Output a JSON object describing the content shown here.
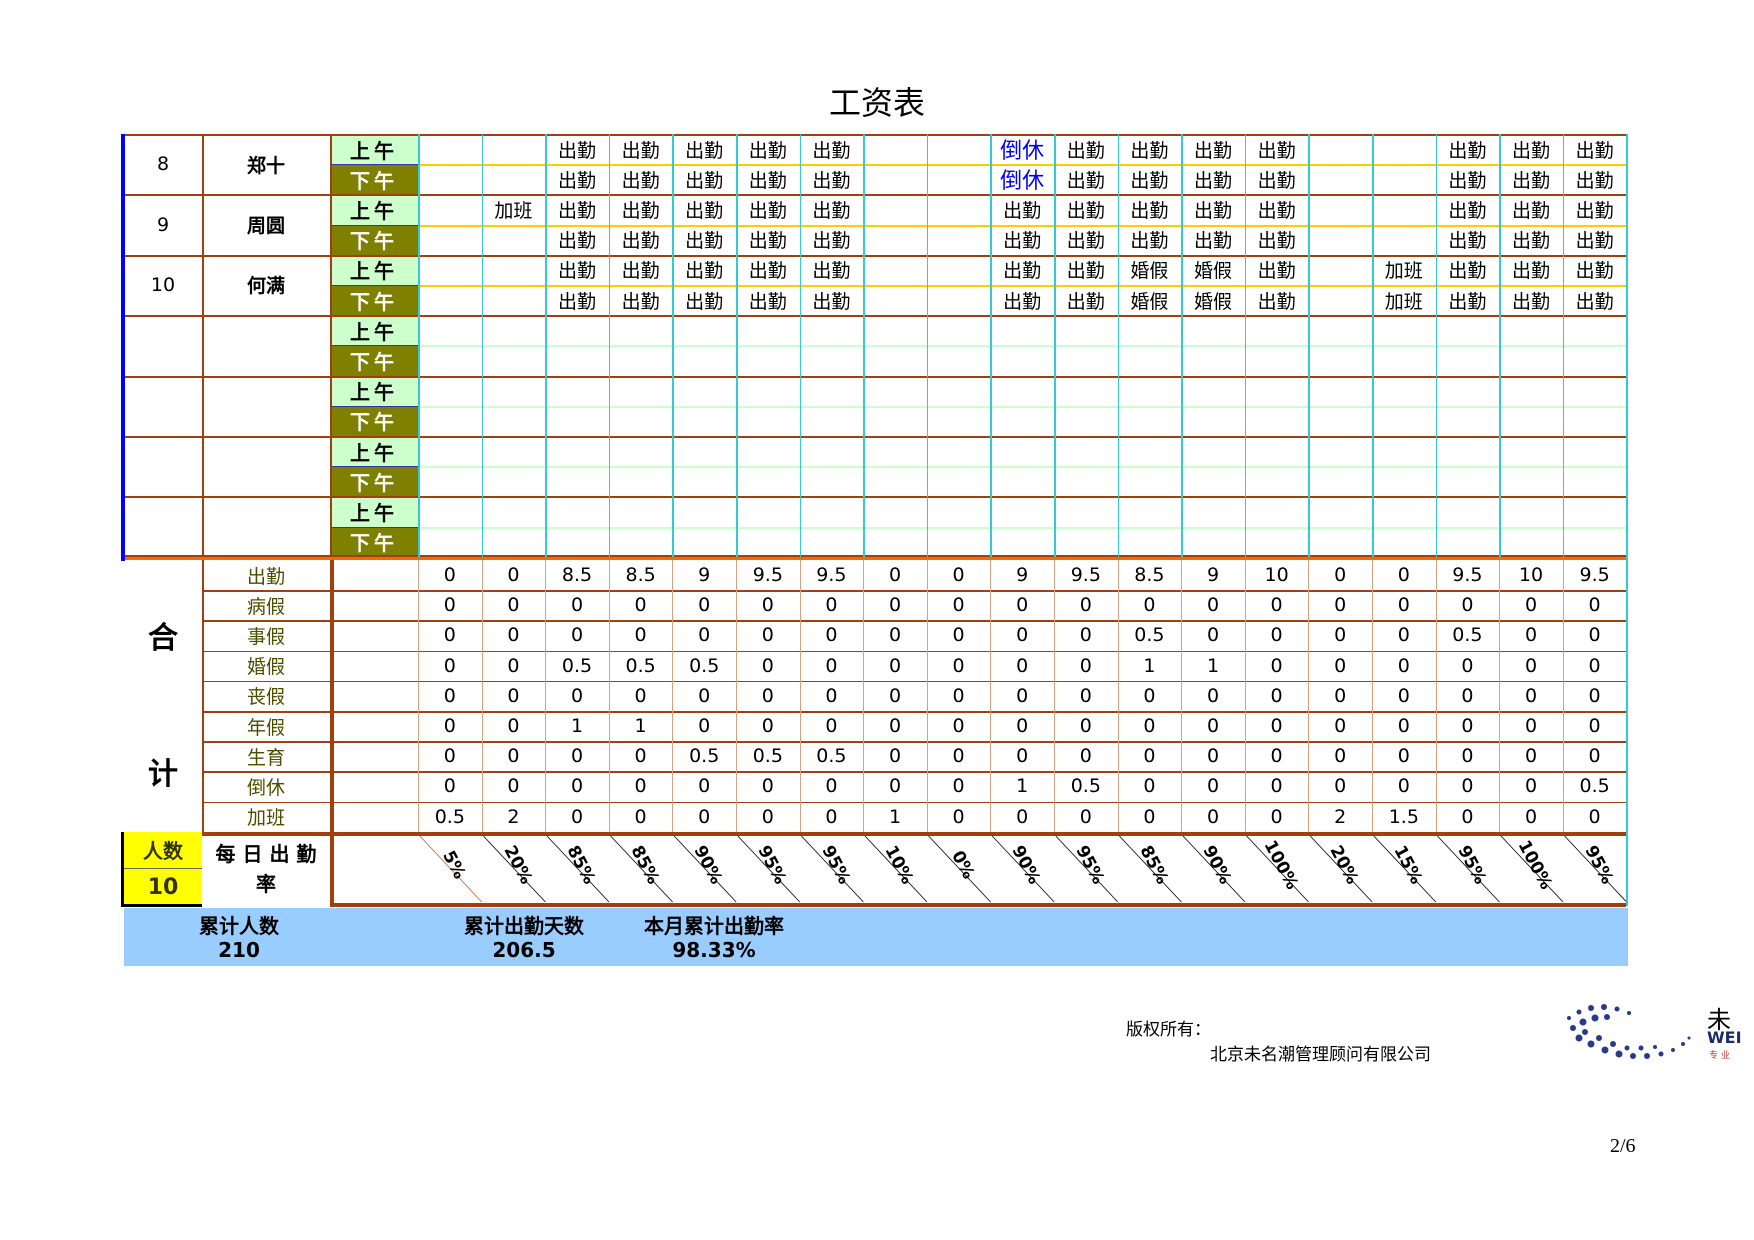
{
  "title": "工资表",
  "shift_labels": {
    "am": "上午",
    "pm": "下午"
  },
  "colors": {
    "border": "#a0400f",
    "day_line": "#33cccc",
    "inner_line": "#ffcc00",
    "left_edge": "#0000ff",
    "am_bg": "#ccffcc",
    "pm_bg": "#808000",
    "highlight": "#0000ff",
    "summary_bar": "#99ccff",
    "count_bg": "#ffff00"
  },
  "employees": [
    {
      "no": "8",
      "name": "郑十",
      "am": [
        "",
        "",
        "出勤",
        "出勤",
        "出勤",
        "出勤",
        "出勤",
        "",
        "",
        "倒休",
        "出勤",
        "出勤",
        "出勤",
        "出勤",
        "",
        "",
        "出勤",
        "出勤",
        "出勤"
      ],
      "pm": [
        "",
        "",
        "出勤",
        "出勤",
        "出勤",
        "出勤",
        "出勤",
        "",
        "",
        "倒休",
        "出勤",
        "出勤",
        "出勤",
        "出勤",
        "",
        "",
        "出勤",
        "出勤",
        "出勤"
      ]
    },
    {
      "no": "9",
      "name": "周圆",
      "am": [
        "",
        "加班",
        "出勤",
        "出勤",
        "出勤",
        "出勤",
        "出勤",
        "",
        "",
        "出勤",
        "出勤",
        "出勤",
        "出勤",
        "出勤",
        "",
        "",
        "出勤",
        "出勤",
        "出勤"
      ],
      "pm": [
        "",
        "",
        "出勤",
        "出勤",
        "出勤",
        "出勤",
        "出勤",
        "",
        "",
        "出勤",
        "出勤",
        "出勤",
        "出勤",
        "出勤",
        "",
        "",
        "出勤",
        "出勤",
        "出勤"
      ]
    },
    {
      "no": "10",
      "name": "何满",
      "am": [
        "",
        "",
        "出勤",
        "出勤",
        "出勤",
        "出勤",
        "出勤",
        "",
        "",
        "出勤",
        "出勤",
        "婚假",
        "婚假",
        "出勤",
        "",
        "加班",
        "出勤",
        "出勤",
        "出勤"
      ],
      "pm": [
        "",
        "",
        "出勤",
        "出勤",
        "出勤",
        "出勤",
        "出勤",
        "",
        "",
        "出勤",
        "出勤",
        "婚假",
        "婚假",
        "出勤",
        "",
        "加班",
        "出勤",
        "出勤",
        "出勤"
      ]
    },
    {
      "no": "",
      "name": "",
      "am": [],
      "pm": []
    },
    {
      "no": "",
      "name": "",
      "am": [],
      "pm": []
    },
    {
      "no": "",
      "name": "",
      "am": [],
      "pm": []
    },
    {
      "no": "",
      "name": "",
      "am": [],
      "pm": []
    }
  ],
  "summary": {
    "label_he": "合",
    "label_ji": "计",
    "rows": [
      {
        "label": "出勤",
        "values": [
          "0",
          "0",
          "8.5",
          "8.5",
          "9",
          "9.5",
          "9.5",
          "0",
          "0",
          "9",
          "9.5",
          "8.5",
          "9",
          "10",
          "0",
          "0",
          "9.5",
          "10",
          "9.5"
        ]
      },
      {
        "label": "病假",
        "values": [
          "0",
          "0",
          "0",
          "0",
          "0",
          "0",
          "0",
          "0",
          "0",
          "0",
          "0",
          "0",
          "0",
          "0",
          "0",
          "0",
          "0",
          "0",
          "0"
        ]
      },
      {
        "label": "事假",
        "values": [
          "0",
          "0",
          "0",
          "0",
          "0",
          "0",
          "0",
          "0",
          "0",
          "0",
          "0",
          "0.5",
          "0",
          "0",
          "0",
          "0",
          "0.5",
          "0",
          "0"
        ]
      },
      {
        "label": "婚假",
        "values": [
          "0",
          "0",
          "0.5",
          "0.5",
          "0.5",
          "0",
          "0",
          "0",
          "0",
          "0",
          "0",
          "1",
          "1",
          "0",
          "0",
          "0",
          "0",
          "0",
          "0"
        ]
      },
      {
        "label": "丧假",
        "values": [
          "0",
          "0",
          "0",
          "0",
          "0",
          "0",
          "0",
          "0",
          "0",
          "0",
          "0",
          "0",
          "0",
          "0",
          "0",
          "0",
          "0",
          "0",
          "0"
        ]
      },
      {
        "label": "年假",
        "values": [
          "0",
          "0",
          "1",
          "1",
          "0",
          "0",
          "0",
          "0",
          "0",
          "0",
          "0",
          "0",
          "0",
          "0",
          "0",
          "0",
          "0",
          "0",
          "0"
        ]
      },
      {
        "label": "生育",
        "values": [
          "0",
          "0",
          "0",
          "0",
          "0.5",
          "0.5",
          "0.5",
          "0",
          "0",
          "0",
          "0",
          "0",
          "0",
          "0",
          "0",
          "0",
          "0",
          "0",
          "0"
        ]
      },
      {
        "label": "倒休",
        "values": [
          "0",
          "0",
          "0",
          "0",
          "0",
          "0",
          "0",
          "0",
          "0",
          "1",
          "0.5",
          "0",
          "0",
          "0",
          "0",
          "0",
          "0",
          "0",
          "0.5"
        ]
      },
      {
        "label": "加班",
        "values": [
          "0.5",
          "2",
          "0",
          "0",
          "0",
          "0",
          "0",
          "1",
          "0",
          "0",
          "0",
          "0",
          "0",
          "0",
          "2",
          "1.5",
          "0",
          "0",
          "0"
        ]
      }
    ]
  },
  "rate_row": {
    "count_label": "人数",
    "count_value": "10",
    "label": "每 日 出 勤 率",
    "values": [
      "5%",
      "20%",
      "85%",
      "85%",
      "90%",
      "95%",
      "95%",
      "10%",
      "0%",
      "90%",
      "95%",
      "85%",
      "90%",
      "100%",
      "20%",
      "15%",
      "95%",
      "100%",
      "95%"
    ]
  },
  "totals": {
    "people_label": "累计人数",
    "people_value": "210",
    "days_label": "累计出勤天数",
    "days_value": "206.5",
    "rate_label": "本月累计出勤率",
    "rate_value": "98.33%"
  },
  "footer": {
    "copyright_label": "版权所有：",
    "company": "北京未名潮管理顾问有限公司",
    "logo_text": "未 WEI 专业",
    "page": "2/6"
  }
}
